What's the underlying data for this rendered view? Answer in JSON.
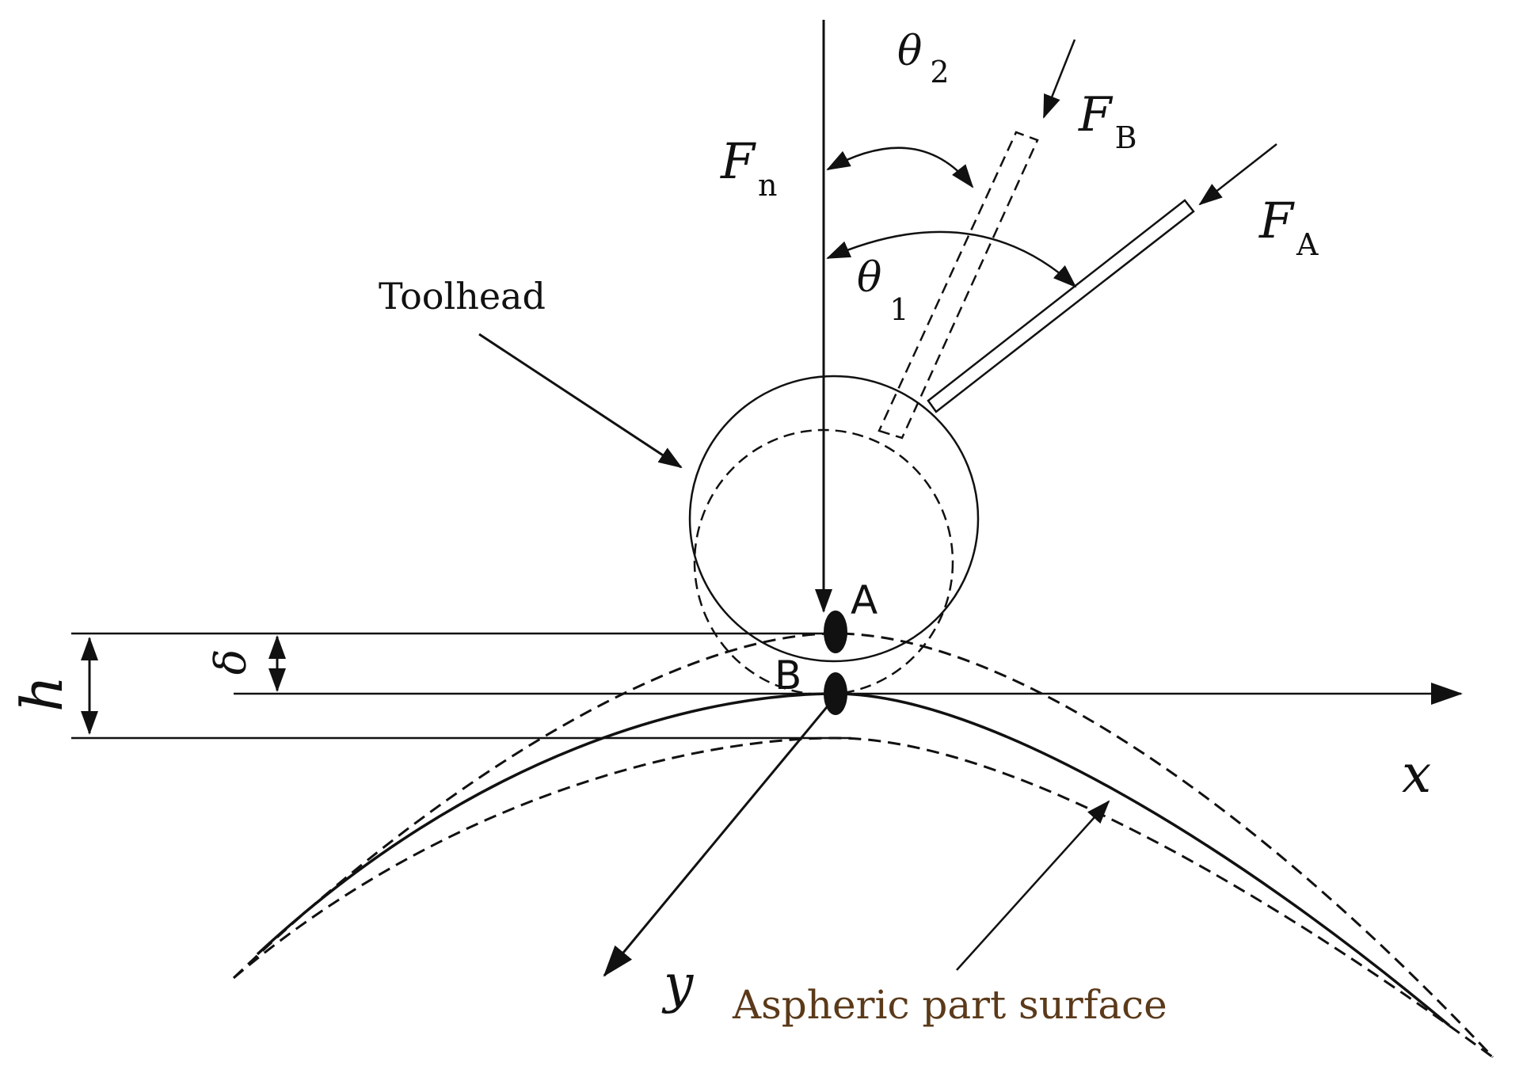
{
  "diagram": {
    "labels": {
      "theta2": {
        "sym": "θ",
        "sub": "2"
      },
      "fb": {
        "sym": "F",
        "sub": "B"
      },
      "fn": {
        "sym": "F",
        "sub": "n"
      },
      "fa": {
        "sym": "F",
        "sub": "A"
      },
      "theta1": {
        "sym": "θ",
        "sub": "1"
      },
      "toolhead": "Toolhead",
      "point_a": "A",
      "point_b": "B",
      "h": "h",
      "delta": "δ",
      "x": "x",
      "y": "y",
      "surface": "Aspheric part surface"
    },
    "colors": {
      "ink": "#111111",
      "surface_label": "#5b3a1a"
    }
  }
}
